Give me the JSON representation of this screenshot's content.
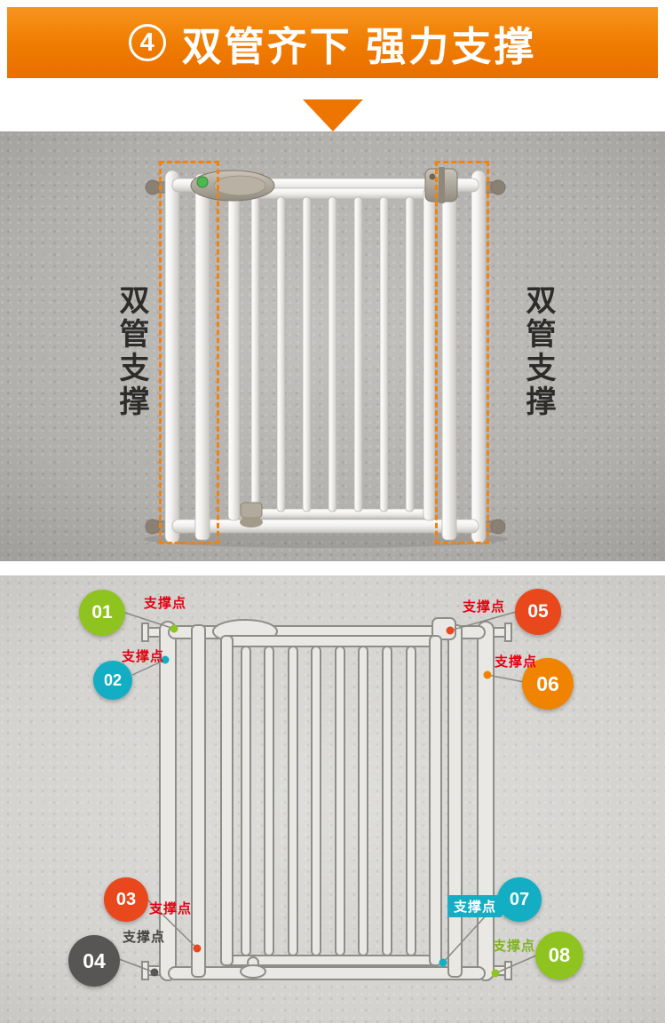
{
  "banner": {
    "step_number": "4",
    "title": "双管齐下 强力支撑",
    "bg_color": "#ee7500"
  },
  "photo": {
    "left_caption": "双管支撑",
    "right_caption": "双管支撑",
    "highlight_color": "#f08310"
  },
  "diagram": {
    "badges": [
      {
        "num": "01",
        "color": "#8fc31f"
      },
      {
        "num": "02",
        "color": "#13aec3"
      },
      {
        "num": "03",
        "color": "#e9481d"
      },
      {
        "num": "04",
        "color": "#585654"
      },
      {
        "num": "05",
        "color": "#e9481d"
      },
      {
        "num": "06",
        "color": "#f08300"
      },
      {
        "num": "07",
        "color": "#13aec3"
      },
      {
        "num": "08",
        "color": "#8fc31f"
      }
    ],
    "labels": [
      {
        "text": "支撑点",
        "color": "#e60012"
      },
      {
        "text": "支撑点",
        "color": "#e60012"
      },
      {
        "text": "支撑点",
        "color": "#e60012"
      },
      {
        "text": "支撑点",
        "color": "#454442"
      },
      {
        "text": "支撑点",
        "color": "#e60012"
      },
      {
        "text": "支撑点",
        "color": "#e60012"
      },
      {
        "text": "支撑点",
        "color": "#ffffff",
        "bg": "#13aec3"
      },
      {
        "text": "支撑点",
        "color": "#7fb41d"
      }
    ]
  }
}
